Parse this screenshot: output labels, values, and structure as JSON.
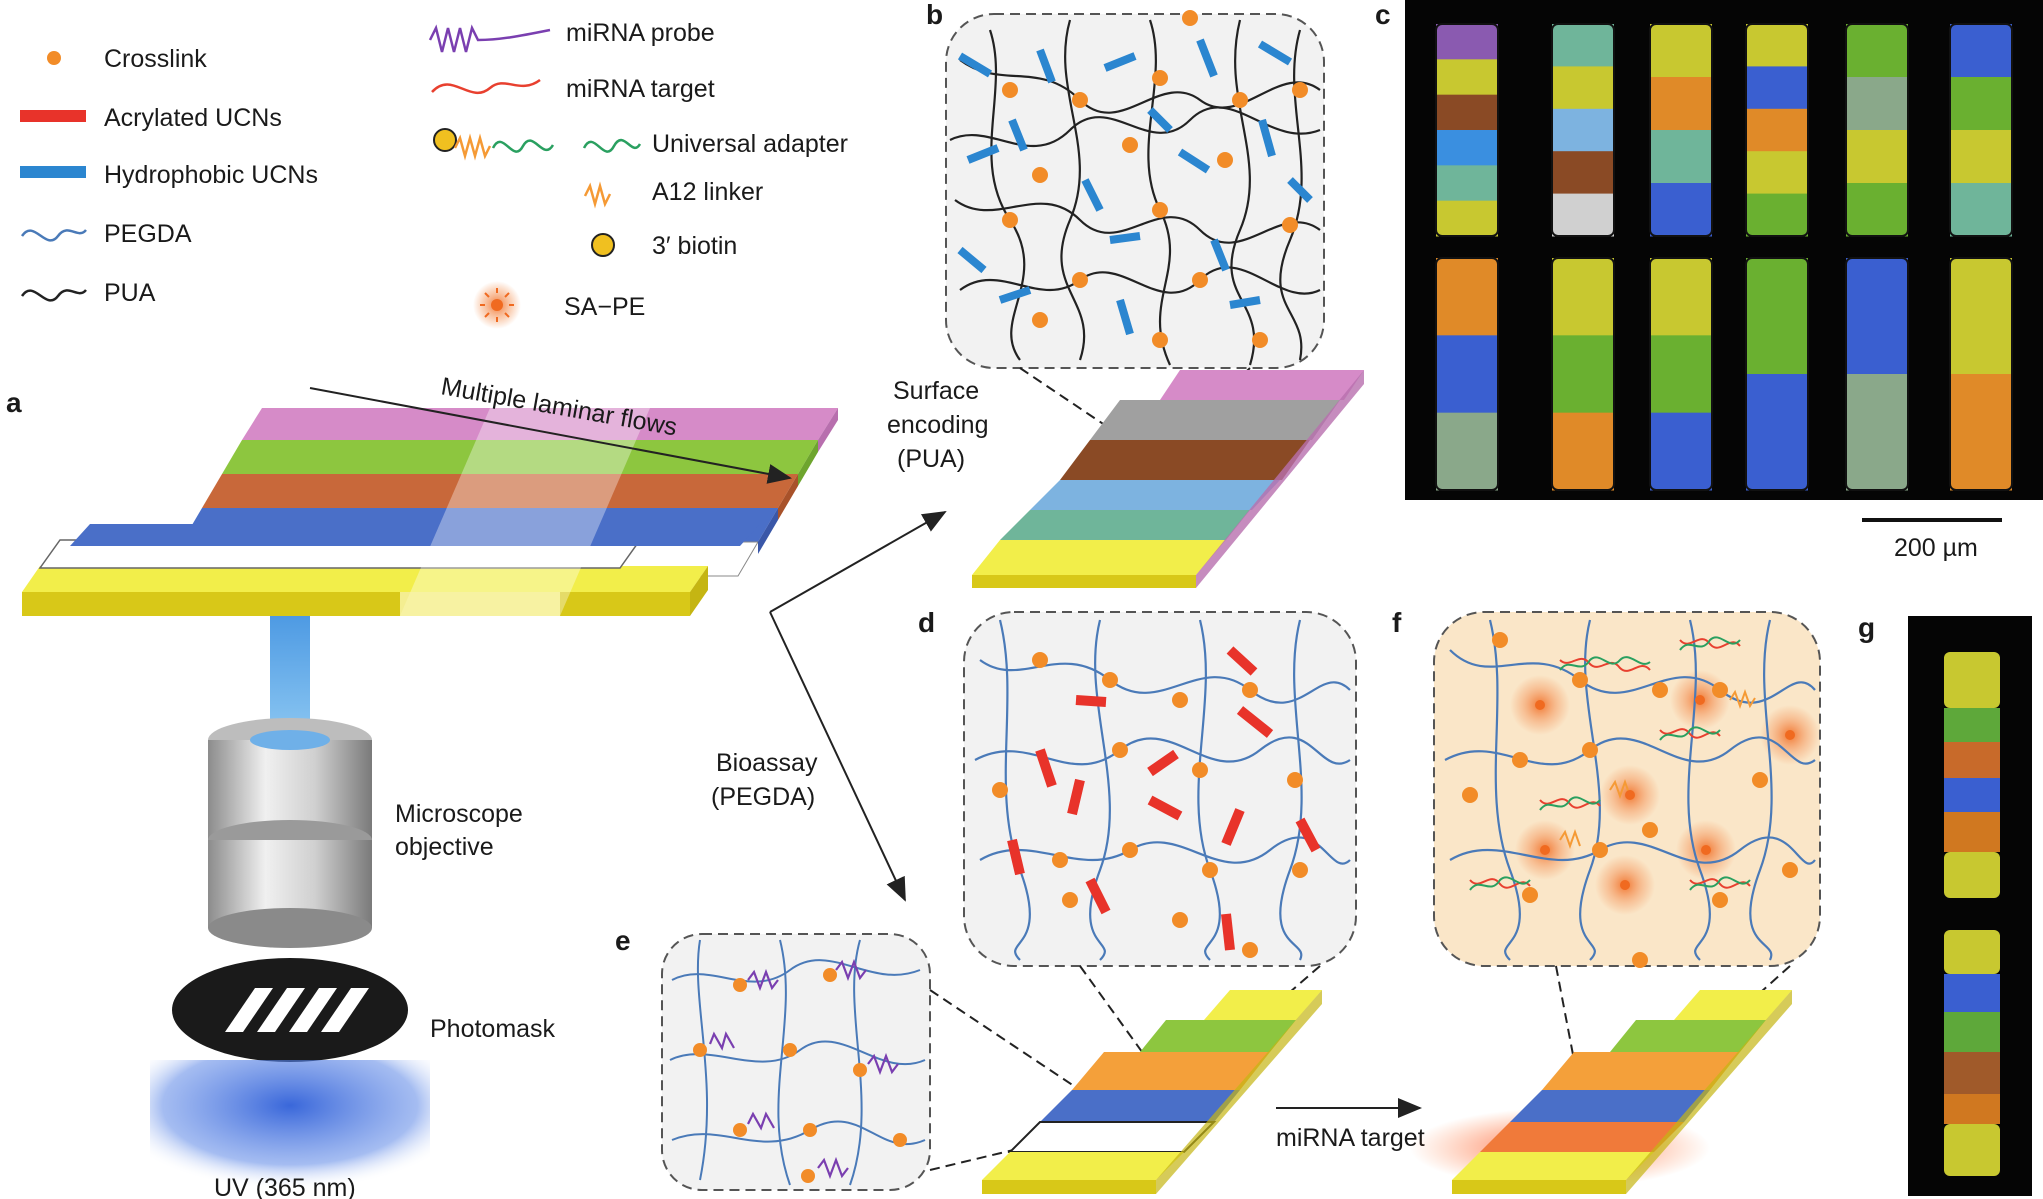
{
  "colors": {
    "pink": "#d68bc8",
    "green": "#8dc63f",
    "rust": "#c8683a",
    "blue": "#4a6fc8",
    "yellow": "#f2ee4a",
    "grey": "#a0a0a0",
    "brown": "#8a4a25",
    "lightblue": "#7db3e0",
    "teal": "#6fb59a",
    "orange": "#f4a03a",
    "node": "#f28c28",
    "pua": "#222222",
    "pegda": "#4a7ab8",
    "acr_ucn": "#e8332a",
    "hyd_ucn": "#2b86d0",
    "probe": "#7a3fb0",
    "target": "#e8402f",
    "adapter": "#2aa060",
    "linker": "#f59a35",
    "biotin": "#f0c020",
    "sape": "#f5a06a"
  },
  "legend": {
    "crosslink": "Crosslink",
    "acrylated": "Acrylated UCNs",
    "hydrophobic": "Hydrophobic UCNs",
    "pegda": "PEGDA",
    "pua": "PUA",
    "probe": "miRNA probe",
    "target": "miRNA target",
    "adapter": "Universal adapter",
    "linker": "A12 linker",
    "biotin": "3′ biotin",
    "sape": "SA−PE"
  },
  "panels": {
    "a": "a",
    "b": "b",
    "c": "c",
    "d": "d",
    "e": "e",
    "f": "f",
    "g": "g"
  },
  "labels": {
    "laminar": "Multiple laminar flows",
    "surface1": "Surface",
    "surface2": "encoding",
    "surface3": "(PUA)",
    "bioassay1": "Bioassay",
    "bioassay2": "(PEGDA)",
    "objective1": "Microscope",
    "objective2": "objective",
    "photomask": "Photomask",
    "uv": "UV (365 nm)",
    "scale": "200 µm",
    "mirna_target": "miRNA target"
  }
}
